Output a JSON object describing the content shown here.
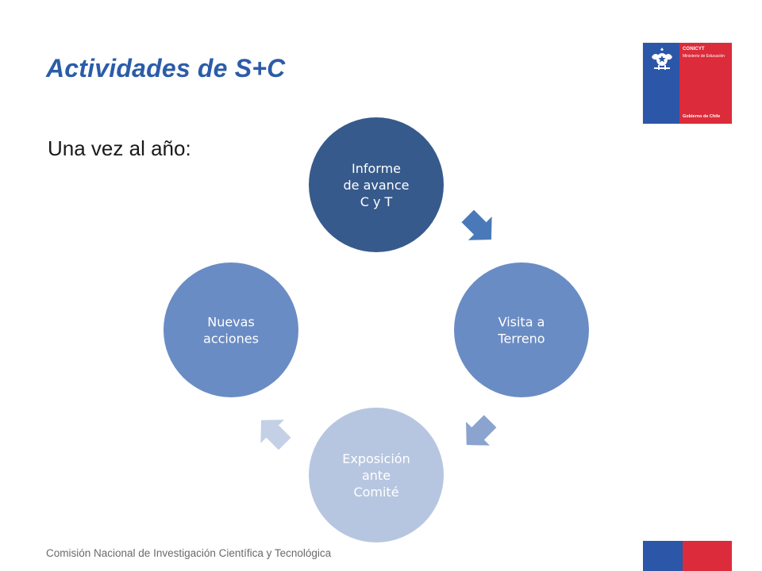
{
  "slide": {
    "title": "Actividades de S+C",
    "subtitle": "Una vez al año:"
  },
  "logo": {
    "name": "CONICYT",
    "ministry": "Ministerio de Educación",
    "government": "Gobierno de Chile",
    "blue_color": "#2c56a8",
    "red_color": "#dc2b3a"
  },
  "footer": {
    "text": "Comisión Nacional de Investigación Científica y Tecnológica"
  },
  "cycle": {
    "nodes": [
      {
        "id": "informe",
        "lines": [
          "Informe",
          "de avance",
          "C y T"
        ],
        "color": "#375a8c"
      },
      {
        "id": "visita",
        "lines": [
          "Visita a",
          "Terreno"
        ],
        "color": "#6a8cc4"
      },
      {
        "id": "exposicion",
        "lines": [
          "Exposición",
          "ante",
          "Comité"
        ],
        "color": "#b7c6e0"
      },
      {
        "id": "nuevas",
        "lines": [
          "Nuevas",
          "acciones"
        ],
        "color": "#6a8cc4"
      }
    ],
    "arrows": [
      {
        "from": "informe",
        "to": "visita",
        "color": "#4a79b9"
      },
      {
        "from": "visita",
        "to": "exposicion",
        "color": "#8aa3cf"
      },
      {
        "from": "exposicion",
        "to": "nuevas",
        "color": "#c4d0e6"
      },
      {
        "from": "nuevas",
        "to": "informe",
        "color": "#8aa3cf"
      }
    ]
  }
}
